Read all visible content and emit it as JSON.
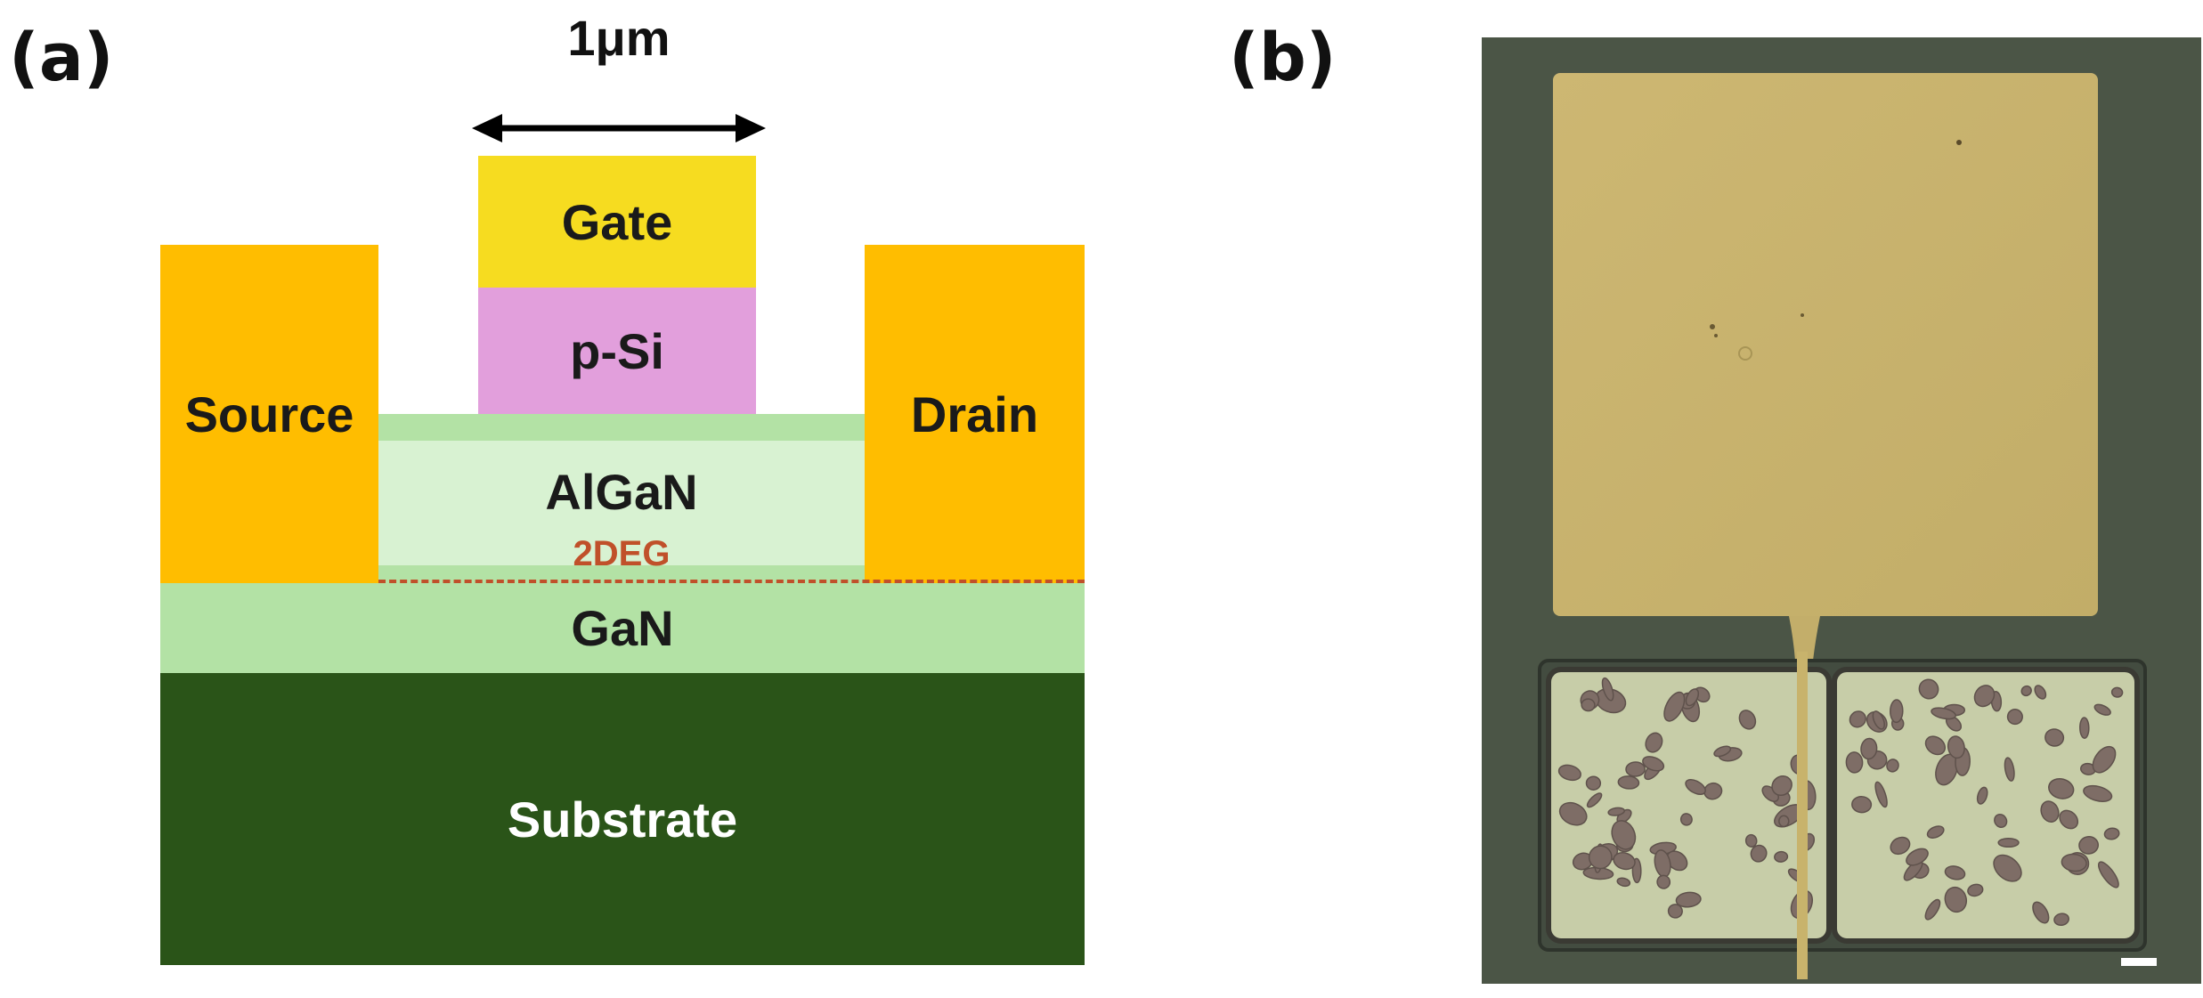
{
  "panels": {
    "a_label": "(a)",
    "b_label": "(b)"
  },
  "schematic": {
    "dimension_label": "1μm",
    "layers": {
      "gate": "Gate",
      "p_si": "p-Si",
      "source": "Source",
      "drain": "Drain",
      "algan": "AlGaN",
      "two_deg": "2DEG",
      "gan": "GaN",
      "substrate": "Substrate"
    },
    "colors": {
      "gate": "#f6dc20",
      "p_si": "#e29fdc",
      "contacts": "#ffbd00",
      "algan": "#d8f2d2",
      "gan": "#b3e2a5",
      "substrate": "#2a5418",
      "two_deg": "#c0502a"
    }
  },
  "micrograph": {
    "colors": {
      "background": "#4b5546",
      "pad": "#c9b46e",
      "bed": "#c7cda8",
      "islands": "#7e6d66"
    }
  }
}
